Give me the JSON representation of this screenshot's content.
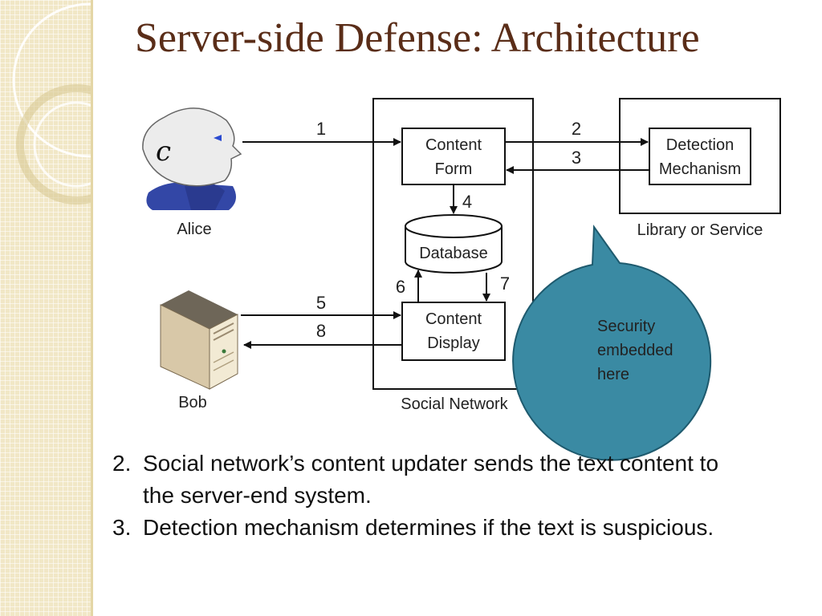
{
  "slide": {
    "title": "Server-side Defense: Architecture"
  },
  "diagram": {
    "actors": {
      "alice": "Alice",
      "bob": "Bob"
    },
    "containers": {
      "social_network": "Social Network",
      "library": "Library or Service"
    },
    "boxes": {
      "content_form": [
        "Content",
        "Form"
      ],
      "database": "Database",
      "content_display": [
        "Content",
        "Display"
      ],
      "detection": [
        "Detection",
        "Mechanism"
      ]
    },
    "step_labels": {
      "s1": "1",
      "s2": "2",
      "s3": "3",
      "s4": "4",
      "s5": "5",
      "s6": "6",
      "s7": "7",
      "s8": "8"
    },
    "callout": {
      "lines": [
        "Security",
        "embedded",
        "here"
      ],
      "fill": "#3a8aa3"
    }
  },
  "bullets": [
    {
      "num": "2.",
      "text": "Social network’s content updater sends the text content to the server-end system."
    },
    {
      "num": "3.",
      "text": "Detection mechanism determines if the text is suspicious."
    }
  ],
  "colors": {
    "title": "#5a2d18",
    "sidebar": "#f1e7c6",
    "callout": "#3a8aa3"
  }
}
